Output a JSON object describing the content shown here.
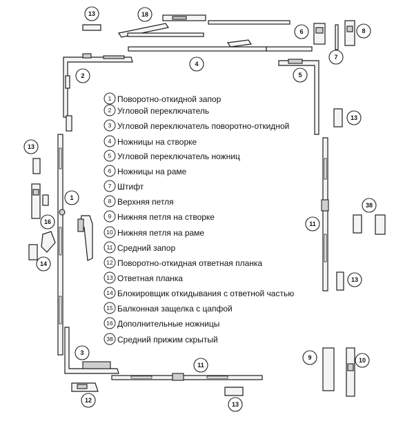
{
  "legend": [
    {
      "num": "1",
      "label": "Поворотно-откидной запор"
    },
    {
      "num": "2",
      "label": "Угловой переключатель"
    },
    {
      "num": "3",
      "label": "Угловой переключатель поворотно-откидной"
    },
    {
      "num": "4",
      "label": "Ножницы на створке"
    },
    {
      "num": "5",
      "label": "Угловой переключатель ножниц"
    },
    {
      "num": "6",
      "label": "Ножницы на раме"
    },
    {
      "num": "7",
      "label": "Штифт"
    },
    {
      "num": "8",
      "label": "Верхняя петля"
    },
    {
      "num": "9",
      "label": "Нижняя петля на створке"
    },
    {
      "num": "10",
      "label": "Нижняя петля на раме"
    },
    {
      "num": "11",
      "label": "Средний запор"
    },
    {
      "num": "12",
      "label": "Поворотно-откидная ответная планка"
    },
    {
      "num": "13",
      "label": "Ответная планка"
    },
    {
      "num": "14",
      "label": "Блокировщик откидывания с ответной частью"
    },
    {
      "num": "15",
      "label": "Балконная защелка с цапфой"
    },
    {
      "num": "16",
      "label": "Дополнительные ножницы"
    },
    {
      "num": "38",
      "label": "Средний прижим скрытый"
    }
  ],
  "callouts": [
    {
      "num": "13"
    },
    {
      "num": "18"
    },
    {
      "num": "6"
    },
    {
      "num": "8"
    },
    {
      "num": "7"
    },
    {
      "num": "4"
    },
    {
      "num": "2"
    },
    {
      "num": "5"
    },
    {
      "num": "13"
    },
    {
      "num": "13"
    },
    {
      "num": "1"
    },
    {
      "num": "16"
    },
    {
      "num": "14"
    },
    {
      "num": "38"
    },
    {
      "num": "11"
    },
    {
      "num": "13"
    },
    {
      "num": "3"
    },
    {
      "num": "11"
    },
    {
      "num": "9"
    },
    {
      "num": "10"
    },
    {
      "num": "12"
    },
    {
      "num": "13"
    }
  ]
}
